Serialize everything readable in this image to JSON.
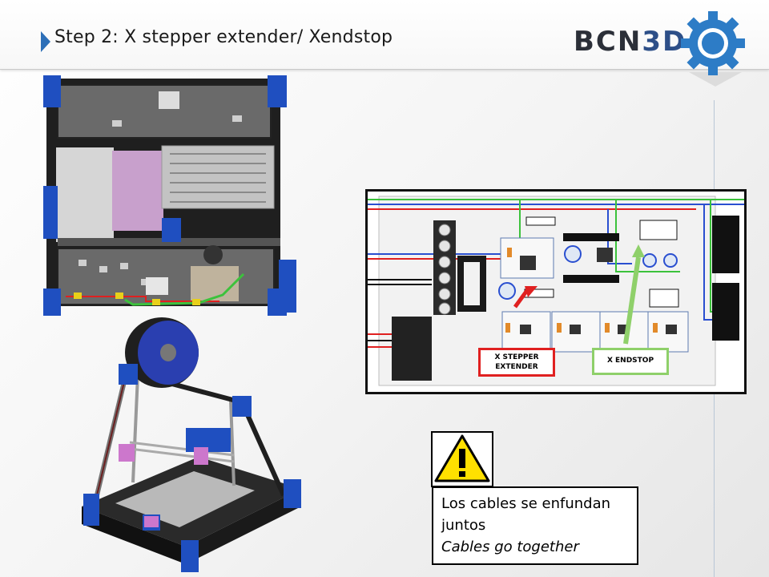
{
  "slide": {
    "title": "Step 2: X stepper extender/ Xendstop",
    "logo": {
      "text_a": "BCN",
      "text_b": "3D"
    },
    "colors": {
      "accent": "#2d6fb8",
      "red_wire": "#e02020",
      "green_wire": "#3cc23c"
    }
  },
  "board": {
    "callout_left": {
      "line1": "X STEPPER",
      "line2": "EXTENDER"
    },
    "callout_right": {
      "line1": "X ENDSTOP"
    }
  },
  "note": {
    "spanish": "Los cables se enfundan juntos",
    "english": "Cables go together"
  },
  "icons": [
    "chevron-right-icon",
    "gear-logo-icon",
    "warning-icon"
  ]
}
